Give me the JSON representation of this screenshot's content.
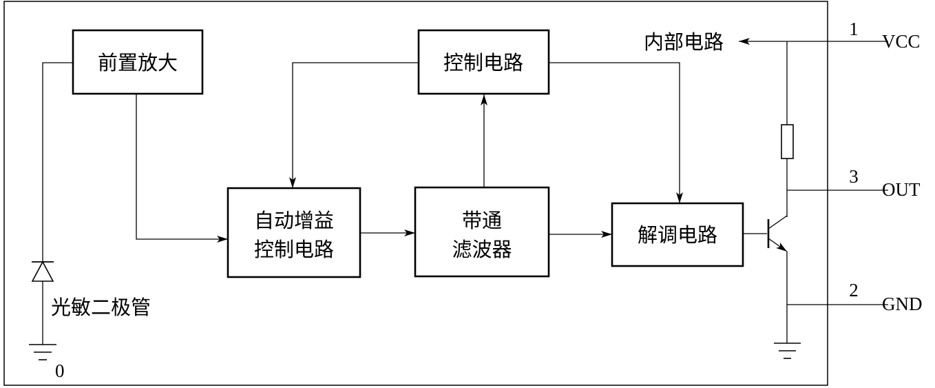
{
  "blocks": {
    "preamp": "前置放大",
    "control": "控制电路",
    "agc_line1": "自动增益",
    "agc_line2": "控制电路",
    "bandpass_line1": "带通",
    "bandpass_line2": "滤波器",
    "demod": "解调电路"
  },
  "labels": {
    "internal_circuit": "内部电路",
    "photodiode": "光敏二极管",
    "ground_zero": "0"
  },
  "pins": [
    {
      "number": "1",
      "name": "VCC"
    },
    {
      "number": "3",
      "name": "OUT"
    },
    {
      "number": "2",
      "name": "GND"
    }
  ]
}
